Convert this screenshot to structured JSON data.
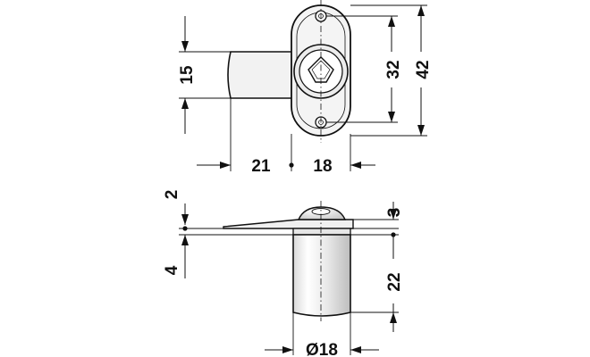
{
  "top_view": {
    "dim_height_left": "15",
    "dim_hole_spacing": "32",
    "dim_overall_height": "42",
    "dim_shaft_length": "21",
    "dim_flange_width": "18"
  },
  "side_view": {
    "dim_plate_thickness": "2",
    "dim_head_height": "3",
    "dim_flange_offset": "4",
    "dim_body_length": "22",
    "dim_diameter": "Ø18"
  }
}
